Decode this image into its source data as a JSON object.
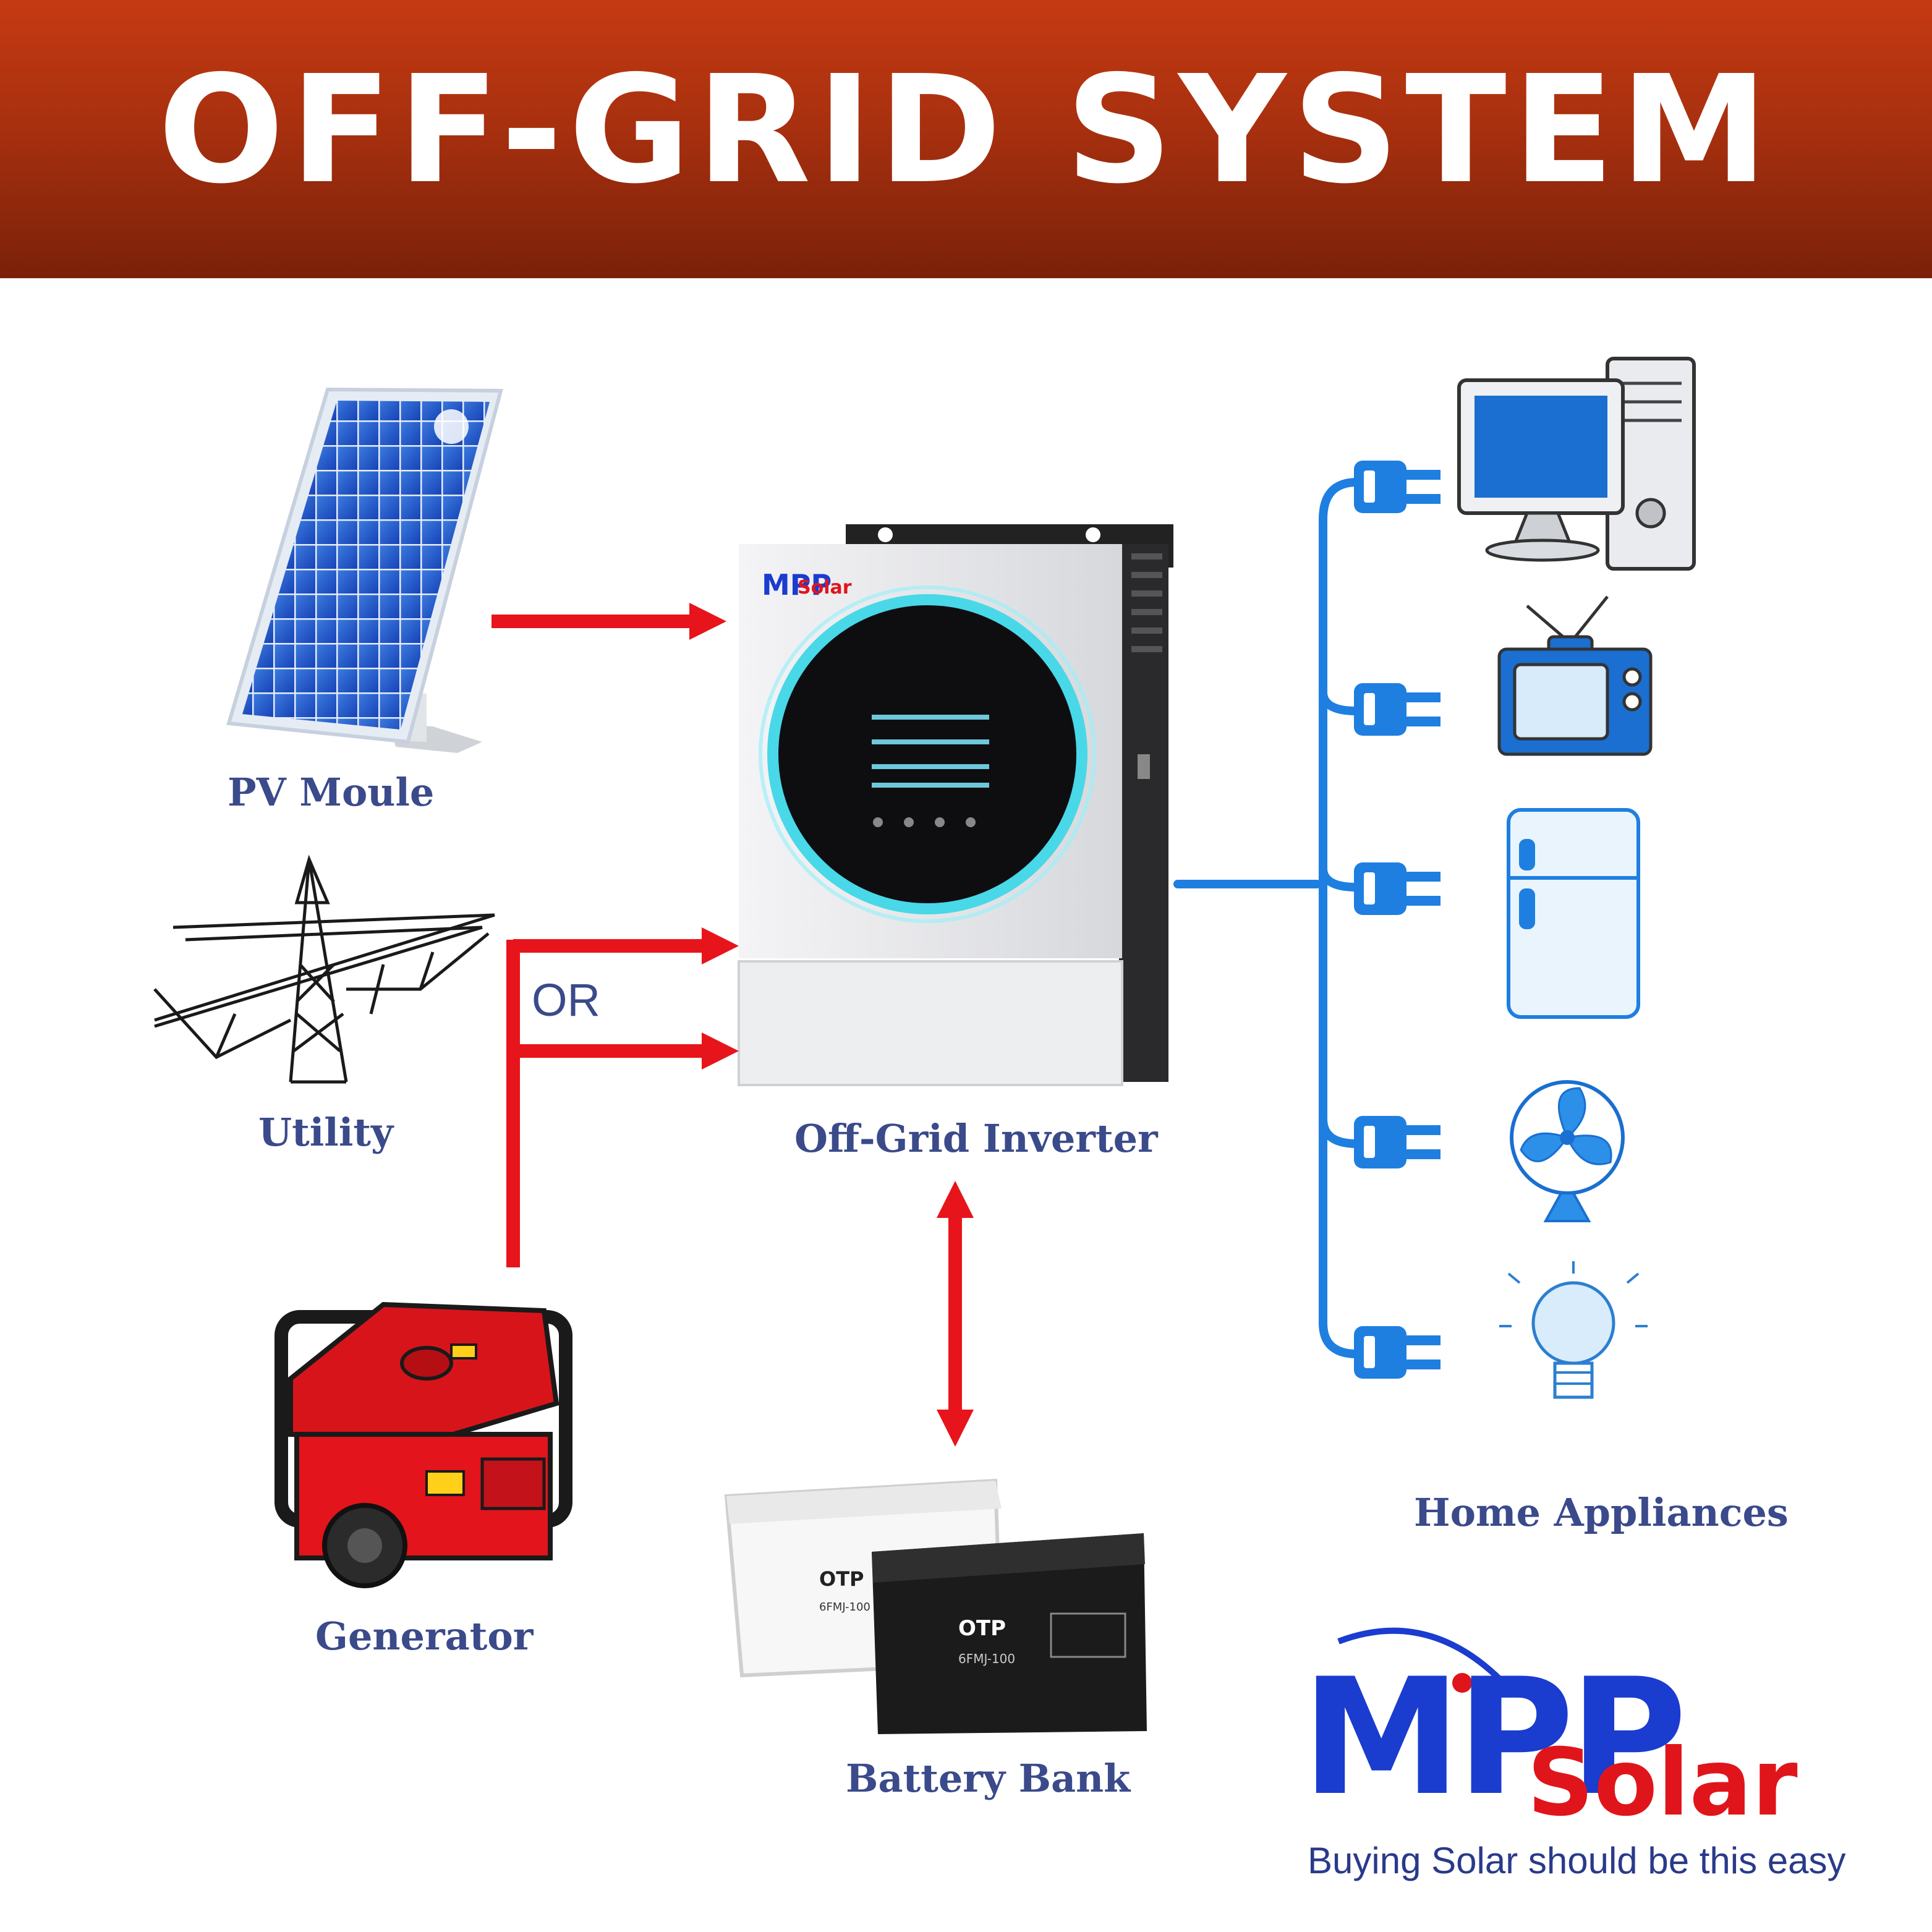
{
  "banner": {
    "title": "OFF-GRID SYSTEM",
    "color": "#b8340f"
  },
  "labels": {
    "pv": "PV Moule",
    "utility": "Utility",
    "inverter": "Off-Grid Inverter",
    "generator": "Generator",
    "battery": "Battery Bank",
    "appliances": "Home Appliances",
    "or": "OR"
  },
  "inverter_brand": {
    "top": "MPP",
    "bottom": "Solar"
  },
  "batteries": [
    {
      "brand": "OTP",
      "model": "6FMJ-100"
    },
    {
      "brand": "OTP",
      "model": "6FMJ-100"
    }
  ],
  "logo": {
    "top": "MPP",
    "bottom": "Solar",
    "tagline": "Buying Solar should be this easy"
  },
  "colors": {
    "flow_arrow": "#e8141b",
    "appliance_line": "#1e7fe0",
    "label": "#3a4a8a",
    "logo_blue": "#1a3ccf",
    "logo_red": "#e0151b"
  },
  "icons": [
    "solar-panel-icon",
    "power-pylon-icon",
    "generator-icon",
    "inverter-icon",
    "battery-icon",
    "computer-icon",
    "tv-icon",
    "fridge-icon",
    "fan-icon",
    "light-bulb-icon",
    "plug-icon"
  ]
}
